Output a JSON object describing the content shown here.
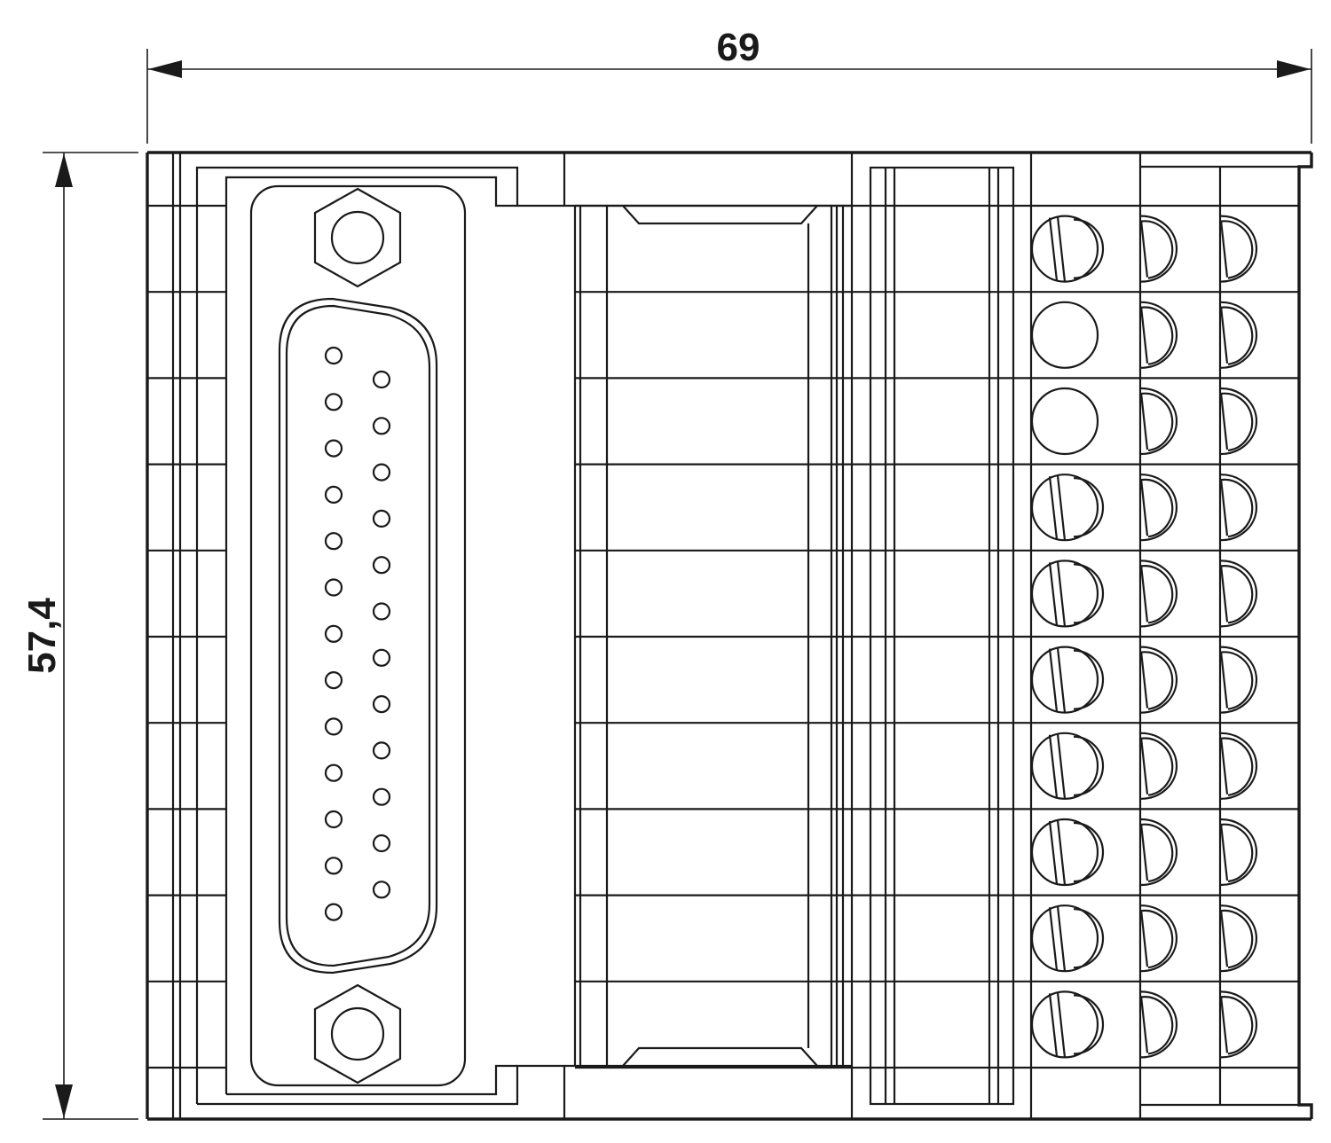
{
  "drawing": {
    "type": "technical dimension drawing",
    "colors": {
      "line": "#1a1a1a",
      "background": "#ffffff"
    },
    "dimensions": {
      "width": {
        "label": "69",
        "unit": "mm"
      },
      "height": {
        "label": "57,4",
        "unit": "mm"
      }
    },
    "connector": {
      "pins_row_a": 13,
      "pins_row_b": 12
    },
    "terminal_rows": 10,
    "screw_pattern": [
      "screw",
      "plain",
      "plain",
      "screw",
      "screw",
      "screw",
      "screw",
      "screw",
      "screw",
      "screw"
    ]
  }
}
